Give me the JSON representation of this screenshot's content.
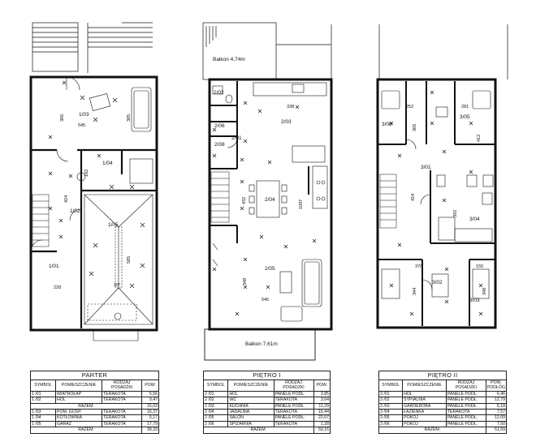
{
  "balconies": [
    "Balkon 4,74m",
    "Balkon 7,61m"
  ],
  "rooms": {
    "ground": [
      "1/03",
      "1/04",
      "1/02",
      "1/05",
      "1/01"
    ],
    "first": [
      "2/02",
      "2/03",
      "2/06",
      "2/01",
      "2/08",
      "2/04",
      "2/05"
    ],
    "second": [
      "3/06",
      "3/05",
      "3/01",
      "3/04",
      "3/02",
      "3/03"
    ]
  },
  "dimensions": {
    "ground": [
      "305",
      "545",
      "305",
      "182",
      "424",
      "585",
      "228",
      "30°"
    ],
    "first": [
      "338",
      "432",
      "1097",
      "348",
      "545"
    ],
    "second": [
      "252",
      "281",
      "305",
      "412",
      "424",
      "392",
      "378",
      "155",
      "344",
      "348"
    ]
  },
  "tables": [
    {
      "title": "PARTER",
      "headers": [
        "SYMBOL",
        "POMIESZCZENIE",
        "RODZAJ POSADZKI",
        "POW."
      ],
      "rows": [
        [
          "1 /01",
          "WIATROŁAP",
          "TERAKOTA",
          "5,56"
        ],
        [
          "1 /02",
          "HOL",
          "TERAKOTA",
          "9,47"
        ]
      ],
      "subtotal": {
        "label": "RAZEM:",
        "value": "15,03"
      },
      "rows2": [
        [
          "1 /03",
          "POM. GOSP.",
          "TERAKOTA",
          "16,37"
        ],
        [
          "1 /04",
          "KOTŁOWNIA",
          "TERAKOTA",
          "5,17"
        ],
        [
          "1 /05",
          "GARAŻ",
          "TERAKOTA",
          "17,79"
        ]
      ],
      "total": {
        "label": "RAZEM:",
        "value": "39,33"
      }
    },
    {
      "title": "PIĘTRO I",
      "headers": [
        "SYMBOL",
        "POMIESZCZENIE",
        "RODZAJ POSADZKI",
        "POW."
      ],
      "rows": [
        [
          "2 /01",
          "HOL",
          "PANELE PODŁ.",
          "3,85"
        ],
        [
          "2 /02",
          "WC",
          "TERAKOTA",
          "3,64"
        ],
        [
          "2 /03",
          "KUCHNIA",
          "PANELE PODŁ.",
          "11,29"
        ],
        [
          "2 /04",
          "JADALNIA",
          "TERAKOTA",
          "16,44"
        ],
        [
          "2 /05",
          "SALON",
          "PANELE PODŁ.",
          "22,67"
        ],
        [
          "2 /06",
          "SPIŻARNIA",
          "TERAKOTA",
          "1,28"
        ]
      ],
      "total": {
        "label": "RAZEM:",
        "value": "59,15"
      }
    },
    {
      "title": "PIĘTRO II",
      "headers": [
        "SYMBOL",
        "POMIESZCZENIE",
        "RODZAJ POSADZKI",
        "POW. PODŁÓG"
      ],
      "rows": [
        [
          "3 /01",
          "HOL",
          "PANELE PODŁ.",
          "6,46"
        ],
        [
          "3 /02",
          "SYPIALNIA",
          "PANELE PODŁ.",
          "12,79"
        ],
        [
          "3 /03",
          "GARDEROBA",
          "PANELE PODŁ.",
          "5,18"
        ],
        [
          "3 /04",
          "ŁAZIENKA",
          "TERAKOTA",
          "7,57"
        ],
        [
          "3 /05",
          "POKÓJ",
          "PANELE PODŁ.",
          "12,09"
        ],
        [
          "3 /06",
          "POKÓJ",
          "PANELE PODŁ.",
          "7,50"
        ]
      ],
      "total": {
        "label": "RAZEM:",
        "value": "51,59"
      }
    }
  ]
}
